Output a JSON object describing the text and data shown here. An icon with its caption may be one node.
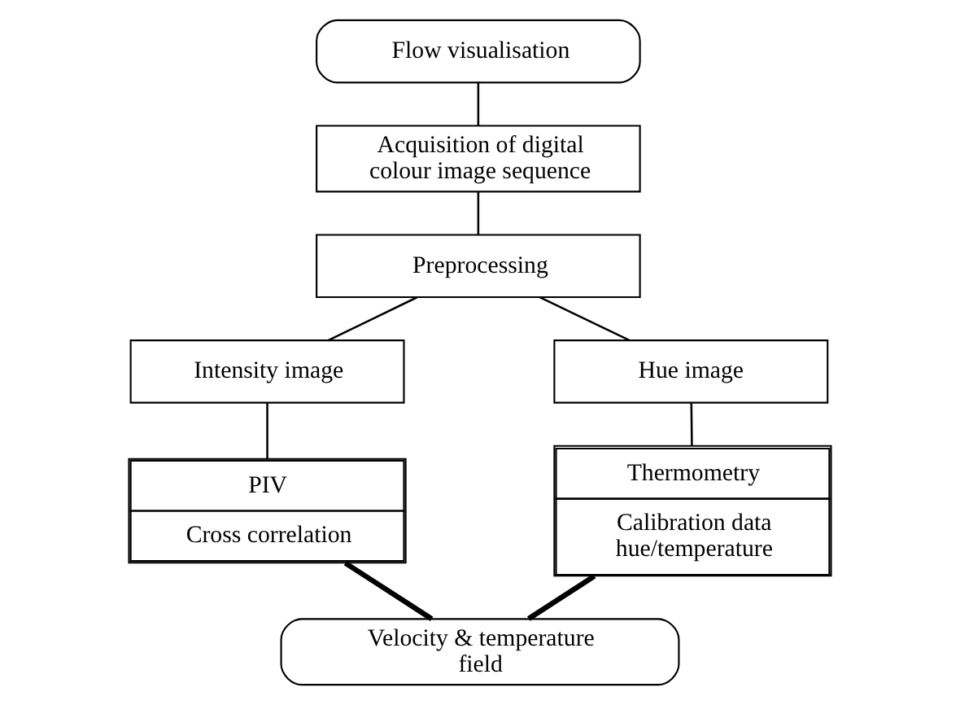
{
  "diagram": {
    "nodes": [
      {
        "text": [
          "Flow visualisation"
        ]
      },
      {
        "text": [
          "Acquisition of digital colour image sequence"
        ]
      },
      {
        "text": [
          "Preprocessing"
        ]
      },
      {
        "text": [
          "Intensity image"
        ]
      },
      {
        "text": [
          "Hue image"
        ]
      },
      {
        "text": [
          "PIV",
          "Cross correlation"
        ]
      },
      {
        "text": [
          "Thermometry",
          "Calibration data hue/temperature"
        ]
      },
      {
        "text": [
          "Velocity & temperature field"
        ]
      }
    ],
    "edges": [
      {
        "from": 0,
        "to": 1,
        "arrow": "none"
      },
      {
        "from": 1,
        "to": 2,
        "arrow": "none"
      },
      {
        "from": 2,
        "to": 3,
        "arrow": "none"
      },
      {
        "from": 2,
        "to": 4,
        "arrow": "none"
      },
      {
        "from": 3,
        "to": 5,
        "arrow": "none"
      },
      {
        "from": 4,
        "to": 6,
        "arrow": "none"
      },
      {
        "from": 5,
        "to": 7,
        "arrow": "none",
        "style": "thick"
      },
      {
        "from": 6,
        "to": 7,
        "arrow": "none",
        "style": "thick"
      }
    ]
  }
}
